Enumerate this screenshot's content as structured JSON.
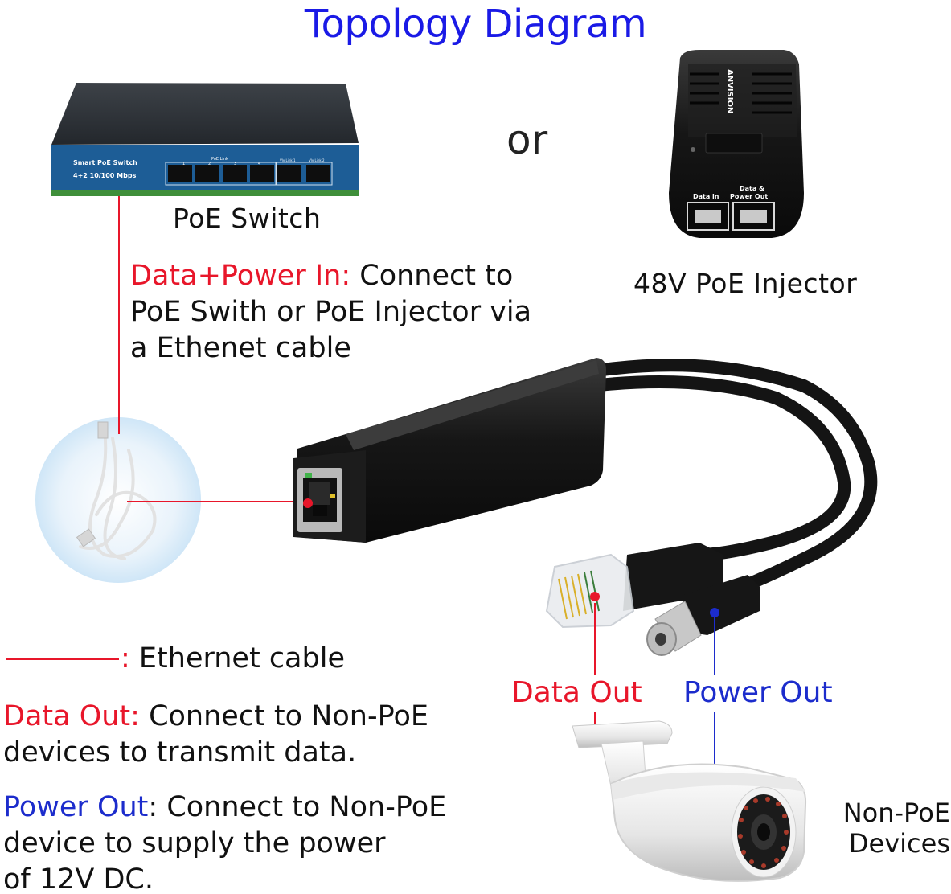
{
  "title": "Topology Diagram",
  "or_text": "or",
  "switch": {
    "label": "PoE Switch",
    "front_title": "Smart PoE Switch",
    "front_subtitle": "4+2 10/100 Mbps",
    "poe_link": "PoE Link",
    "port_numbers": [
      "1",
      "2",
      "3",
      "4"
    ],
    "uplink_1": "Vlv Link 1",
    "uplink_2": "Vlv Link 2"
  },
  "injector": {
    "label": "48V PoE Injector",
    "brand": "ANVISION",
    "port_in": "Data in",
    "port_out_line1": "Data &",
    "port_out_line2": "Power Out"
  },
  "data_power_in": {
    "heading": "Data+Power In:",
    "line1_rest": " Connect to",
    "line2": "PoE Swith or PoE Injector via",
    "line3": "a Ethenet cable"
  },
  "legend": {
    "ethernet_sep": ":",
    "ethernet_label": " Ethernet cable"
  },
  "data_out_desc": {
    "heading": "Data Out:",
    "line1_rest": " Connect to Non-PoE",
    "line2": "devices to transmit data."
  },
  "power_out_desc": {
    "heading": "Power Out",
    "line1_rest": ": Connect to Non-PoE",
    "line2": "device to supply the power",
    "line3": "of 12V DC."
  },
  "labels": {
    "data_out": "Data Out",
    "power_out": "Power Out",
    "non_poe_line1": "Non-PoE",
    "non_poe_line2": "Devices"
  },
  "colors": {
    "title_blue": "#1a1ae6",
    "accent_red": "#e8162a",
    "accent_blue": "#1c2ccc",
    "switch_blue": "#1d5d96",
    "device_black": "#1a1a1a"
  }
}
